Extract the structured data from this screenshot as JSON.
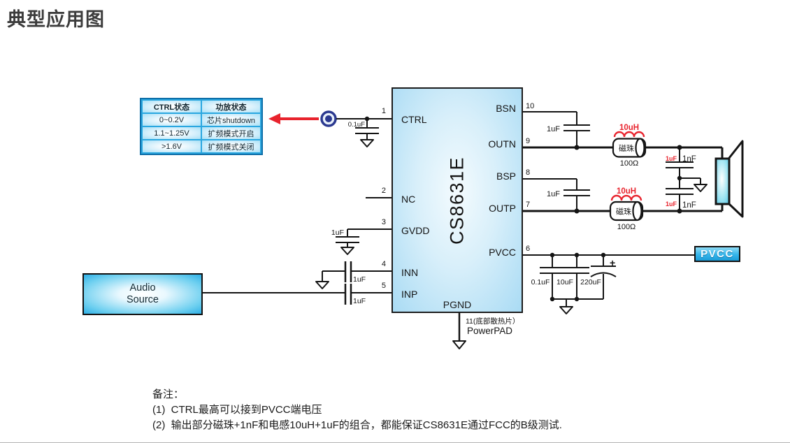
{
  "title": "典型应用图",
  "colors": {
    "accent": "#29ABE2",
    "red": "#E8232D",
    "navy": "#2B3990"
  },
  "ctrl_table": {
    "headers": [
      "CTRL状态",
      "功放状态"
    ],
    "rows": [
      [
        "0~0.2V",
        "芯片shutdown"
      ],
      [
        "1.1~1.25V",
        "扩频模式开启"
      ],
      [
        ">1.6V",
        "扩频模式关闭"
      ]
    ]
  },
  "ic": {
    "name": "CS8631E",
    "left_pins": [
      {
        "num": "1",
        "label": "CTRL"
      },
      {
        "num": "2",
        "label": "NC"
      },
      {
        "num": "3",
        "label": "GVDD"
      },
      {
        "num": "4",
        "label": "INN"
      },
      {
        "num": "5",
        "label": "INP"
      }
    ],
    "right_pins": [
      {
        "num": "10",
        "label": "BSN"
      },
      {
        "num": "9",
        "label": "OUTN"
      },
      {
        "num": "8",
        "label": "BSP"
      },
      {
        "num": "7",
        "label": "OUTP"
      },
      {
        "num": "6",
        "label": "PVCC"
      }
    ],
    "bottom_pin": {
      "label": "PGND",
      "num": "11(底部散热片）",
      "pad": "PowerPAD"
    }
  },
  "components": {
    "ctrl_cap": "0.1uF",
    "gvdd_cap": "1uF",
    "inn_cap": "1uF",
    "inp_cap": "1uF",
    "bsn_cap": "1uF",
    "bsp_cap": "1uF",
    "outn_inductor": "10uH",
    "outn_bead": "磁珠",
    "outn_bead_value": "100Ω",
    "outp_inductor": "10uH",
    "outp_bead": "磁珠",
    "outp_bead_value": "100Ω",
    "filter_top_cap_alt": "1uF",
    "filter_top_cap": "1nF",
    "filter_bottom_cap_alt": "1uF",
    "filter_bottom_cap": "1nF",
    "pvcc_cap1": "0.1uF",
    "pvcc_cap2": "10uF",
    "pvcc_cap3": "220uF",
    "pvcc_cap3_polarity": "+"
  },
  "blocks": {
    "audio_source_line1": "Audio",
    "audio_source_line2": "Source",
    "pvcc_label": "PVCC"
  },
  "notes": {
    "heading": "备注：",
    "items": [
      "(1)  CTRL最高可以接到PVCC端电压",
      "(2)  输出部分磁珠+1nF和电感10uH+1uF的组合，都能保证CS8631E通过FCC的B级测试."
    ]
  }
}
